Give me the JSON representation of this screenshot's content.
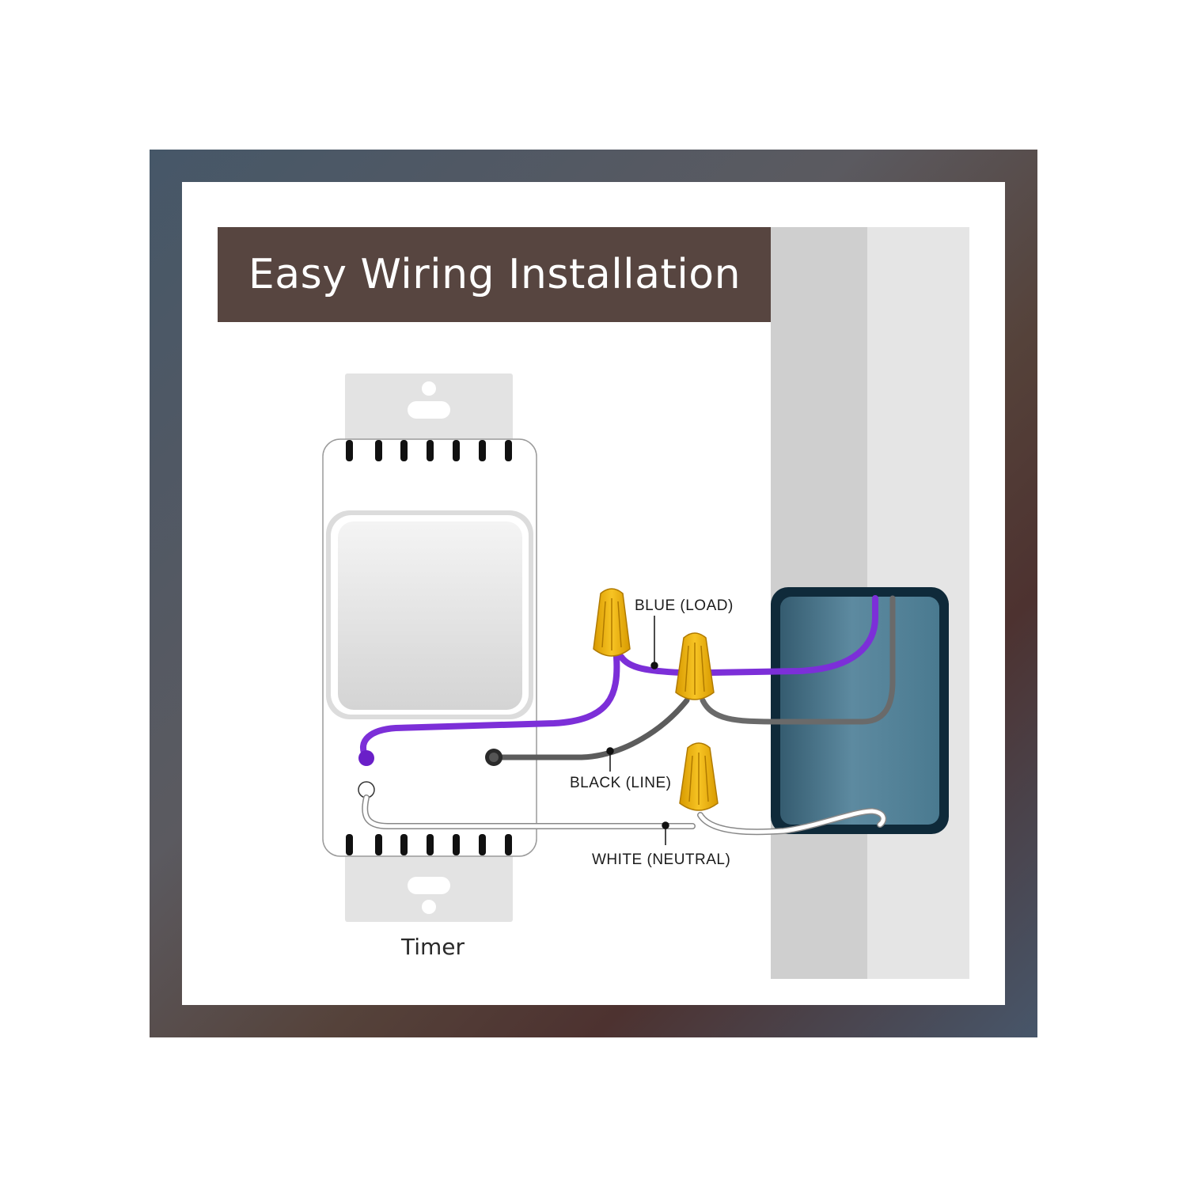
{
  "title": "Easy Wiring Installation",
  "device_label": "Timer",
  "wires": {
    "blue": {
      "label": "BLUE (LOAD)",
      "color": "#8a2be2"
    },
    "black": {
      "label": "BLACK (LINE)",
      "color": "#666666"
    },
    "white": {
      "label": "WHITE (NEUTRAL)",
      "color": "#ffffff"
    }
  },
  "colors": {
    "title_bar": "#574540",
    "wire_nut": "#f0b400",
    "junction_box": "#4f7d92"
  }
}
